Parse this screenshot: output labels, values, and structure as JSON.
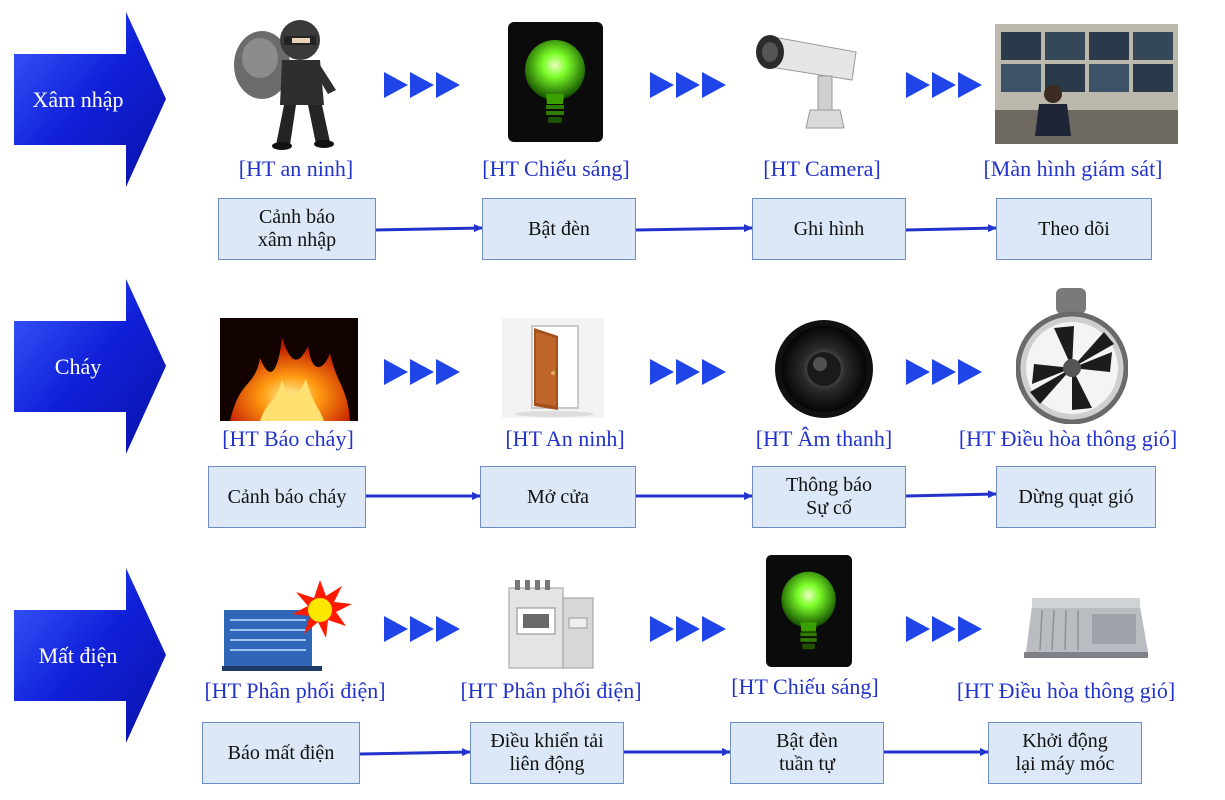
{
  "rows": [
    {
      "trigger": "Xâm nhập",
      "systems": [
        "[HT an ninh]",
        "[HT Chiếu sáng]",
        "[HT Camera]",
        "[Màn hình giám sát]"
      ],
      "actions": [
        [
          "Cảnh báo",
          "xâm nhập"
        ],
        [
          "Bật đèn"
        ],
        [
          "Ghi hình"
        ],
        [
          "Theo dõi"
        ]
      ]
    },
    {
      "trigger": "Cháy",
      "systems": [
        "[HT Báo cháy]",
        "[HT An ninh]",
        "[HT Âm thanh]",
        "[HT Điều hòa thông gió]"
      ],
      "actions": [
        [
          "Cảnh báo cháy"
        ],
        [
          "Mở cửa"
        ],
        [
          "Thông báo",
          "Sự cố"
        ],
        [
          "Dừng quạt gió"
        ]
      ]
    },
    {
      "trigger": "Mất điện",
      "systems": [
        "[HT Phân phối điện]",
        "[HT Phân phối điện]",
        "[HT Chiếu sáng]",
        "[HT Điều hòa thông gió]"
      ],
      "actions": [
        [
          "Báo mất điện"
        ],
        [
          "Điều khiển tải",
          "liên động"
        ],
        [
          "Bật đèn",
          "tuần tự"
        ],
        [
          "Khởi động",
          "lại máy móc"
        ]
      ]
    }
  ],
  "icons": {
    "row1": [
      "thief-icon",
      "green-bulb-icon",
      "cctv-camera-icon",
      "monitoring-room-icon"
    ],
    "row2": [
      "fire-icon",
      "open-door-icon",
      "speaker-icon",
      "axial-fan-icon"
    ],
    "row3": [
      "power-unit-sun-icon",
      "electric-panel-icon",
      "green-bulb-icon",
      "hvac-unit-icon"
    ]
  },
  "colors": {
    "arrow_blue": "#1a1fd6",
    "label_blue": "#2233cc",
    "box_fill": "#dce8f7",
    "box_border": "#6f8fc4",
    "link": "#2233cc"
  }
}
